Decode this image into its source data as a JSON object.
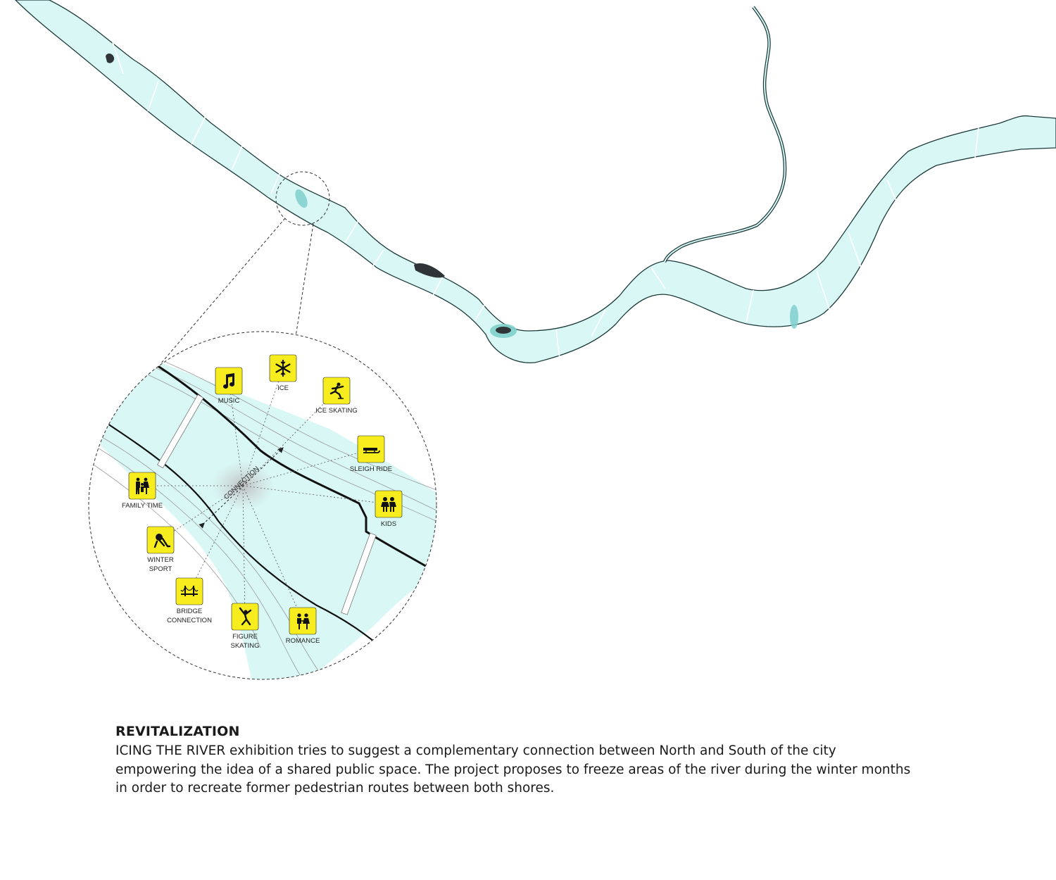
{
  "diagram": {
    "colors": {
      "water": "#d8f7f5",
      "bank": "#1d3a3b",
      "ice_patch": "#7fcfcb",
      "island": "#2f3436",
      "icon_bg": "#f6ec1e",
      "icon_fg": "#111111"
    },
    "callout_label": "CONNECTION",
    "activities": [
      {
        "id": "music",
        "label_lines": [
          "MUSIC"
        ],
        "icon": "music-note-icon"
      },
      {
        "id": "ice",
        "label_lines": [
          "ICE"
        ],
        "icon": "snowflake-icon"
      },
      {
        "id": "ice-skating",
        "label_lines": [
          "ICE SKATING"
        ],
        "icon": "ice-skater-icon"
      },
      {
        "id": "sleigh-ride",
        "label_lines": [
          "SLEIGH RIDE"
        ],
        "icon": "sleigh-icon"
      },
      {
        "id": "kids",
        "label_lines": [
          "KIDS"
        ],
        "icon": "kids-icon"
      },
      {
        "id": "romance",
        "label_lines": [
          "ROMANCE"
        ],
        "icon": "couple-icon"
      },
      {
        "id": "figure-skating",
        "label_lines": [
          "FIGURE",
          "SKATING"
        ],
        "icon": "figure-skater-icon"
      },
      {
        "id": "bridge-connection",
        "label_lines": [
          "BRIDGE",
          "CONNECTION"
        ],
        "icon": "bridge-icon"
      },
      {
        "id": "winter-sport",
        "label_lines": [
          "WINTER",
          "SPORT"
        ],
        "icon": "hockey-player-icon"
      },
      {
        "id": "family-time",
        "label_lines": [
          "FAMILY TIME"
        ],
        "icon": "family-icon"
      }
    ]
  },
  "caption": {
    "title": "REVITALIZATION",
    "lines": [
      "ICING THE RIVER exhibition tries to suggest a complementary connection between North and South of the city",
      "empowering the idea of a shared public space. The project proposes to freeze areas of the river during the winter months",
      "in order to recreate former pedestrian routes between both shores."
    ]
  }
}
